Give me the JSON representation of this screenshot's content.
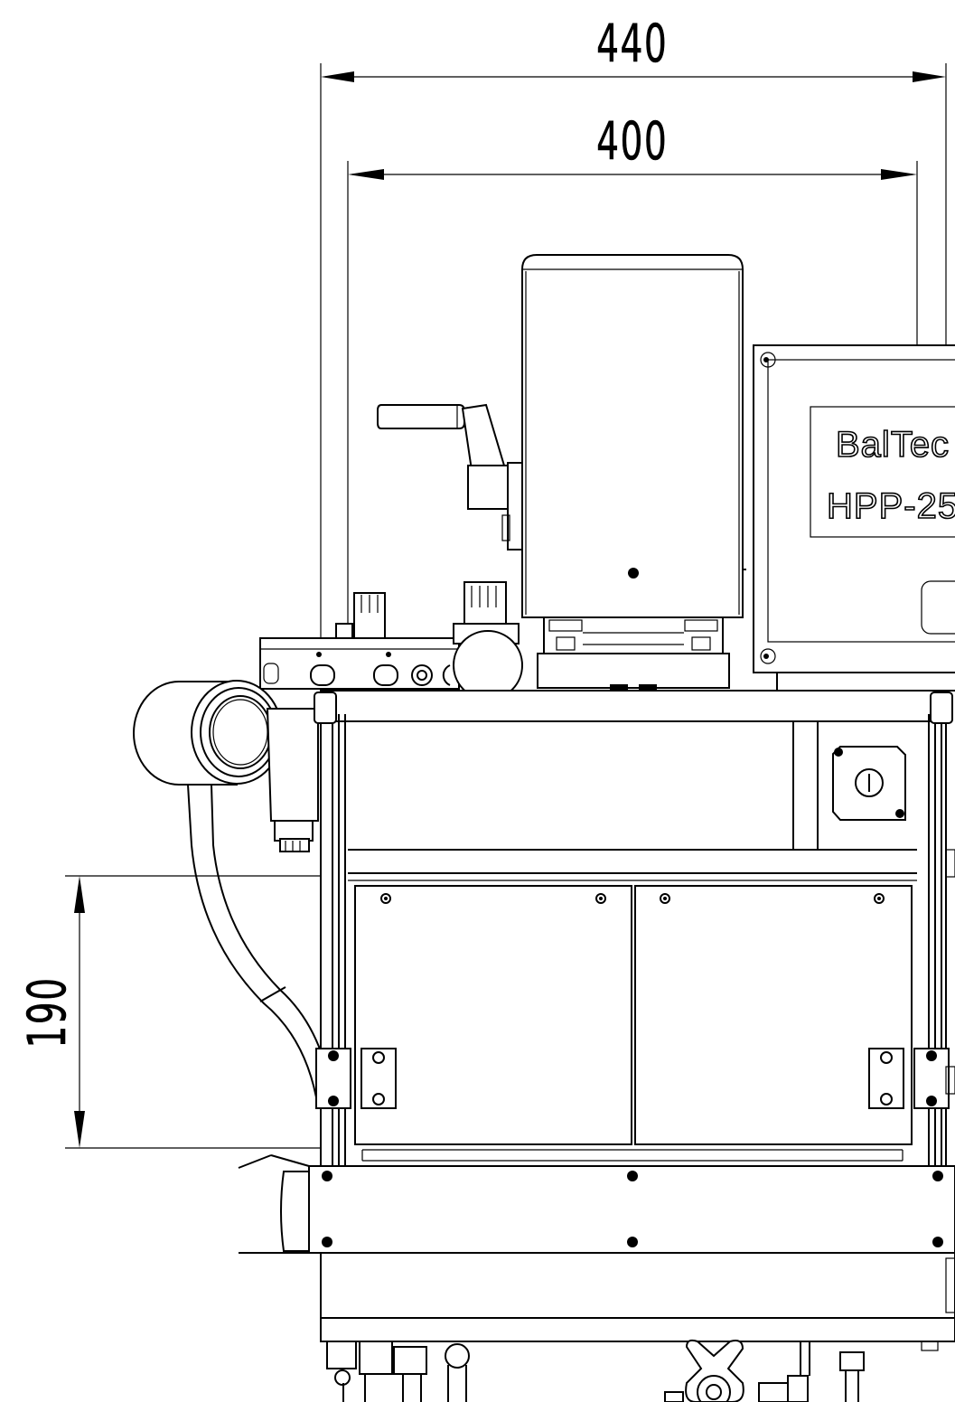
{
  "drawing": {
    "dimensions": [
      {
        "id": "overall-width",
        "value": "440"
      },
      {
        "id": "inner-width",
        "value": "400"
      },
      {
        "id": "vertical-height",
        "value": "190"
      }
    ],
    "nameplate": {
      "line1": "BalTec",
      "line2": "HPP-25"
    }
  }
}
